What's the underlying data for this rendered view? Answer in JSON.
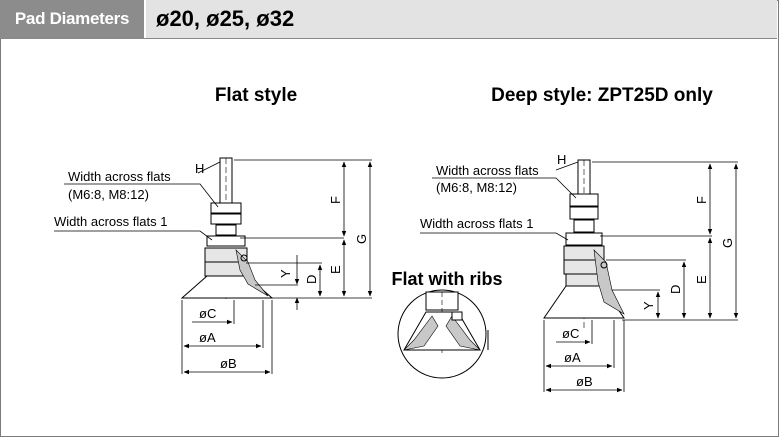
{
  "header": {
    "category_label": "Pad Diameters",
    "title": "ø20, ø25, ø32"
  },
  "flat_style": {
    "title": "Flat style",
    "labels": {
      "width_across_flats": "Width across flats",
      "thread_sizes": "(M6:8, M8:12)",
      "width_across_flats_1": "Width across flats 1",
      "H": "H",
      "F": "F",
      "G": "G",
      "E": "E",
      "D": "D",
      "Y": "Y",
      "C": "øC",
      "A": "øA",
      "B": "øB"
    }
  },
  "ribs_detail": {
    "title": "Flat with ribs"
  },
  "deep_style": {
    "title": "Deep style: ZPT25D only",
    "labels": {
      "width_across_flats": "Width across flats",
      "thread_sizes": "(M6:8, M8:12)",
      "width_across_flats_1": "Width across flats 1",
      "H": "H",
      "F": "F",
      "G": "G",
      "E": "E",
      "D": "D",
      "Y": "Y",
      "C": "øC",
      "A": "øA",
      "B": "øB"
    }
  }
}
